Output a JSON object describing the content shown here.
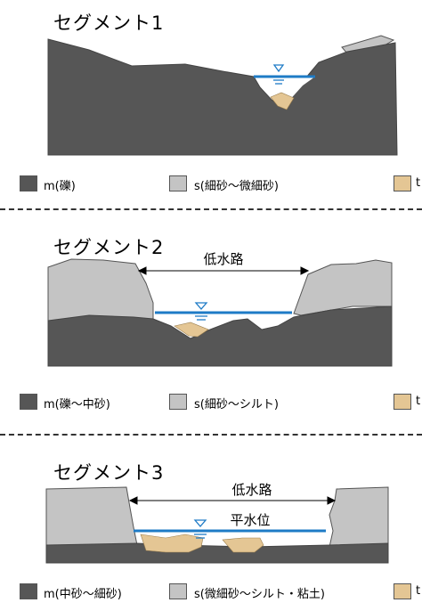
{
  "segments": [
    {
      "title": "セグメント1",
      "legend": [
        "m(礫)",
        "s(細砂～微細砂)",
        "t"
      ]
    },
    {
      "title": "セグメント2",
      "low_water_channel": "低水路",
      "legend": [
        "m(礫～中砂)",
        "s(細砂～シルト)",
        "t"
      ]
    },
    {
      "title": "セグメント3",
      "low_water_channel": "低水路",
      "normal_water_level": "平水位",
      "legend": [
        "m(中砂～細砂)",
        "s(微細砂～シルト・粘土)",
        "t"
      ]
    }
  ],
  "colors": {
    "dark": "#565656",
    "light": "#c4c4c4",
    "sand": "#e4c694",
    "water": "#1e7bc6"
  }
}
